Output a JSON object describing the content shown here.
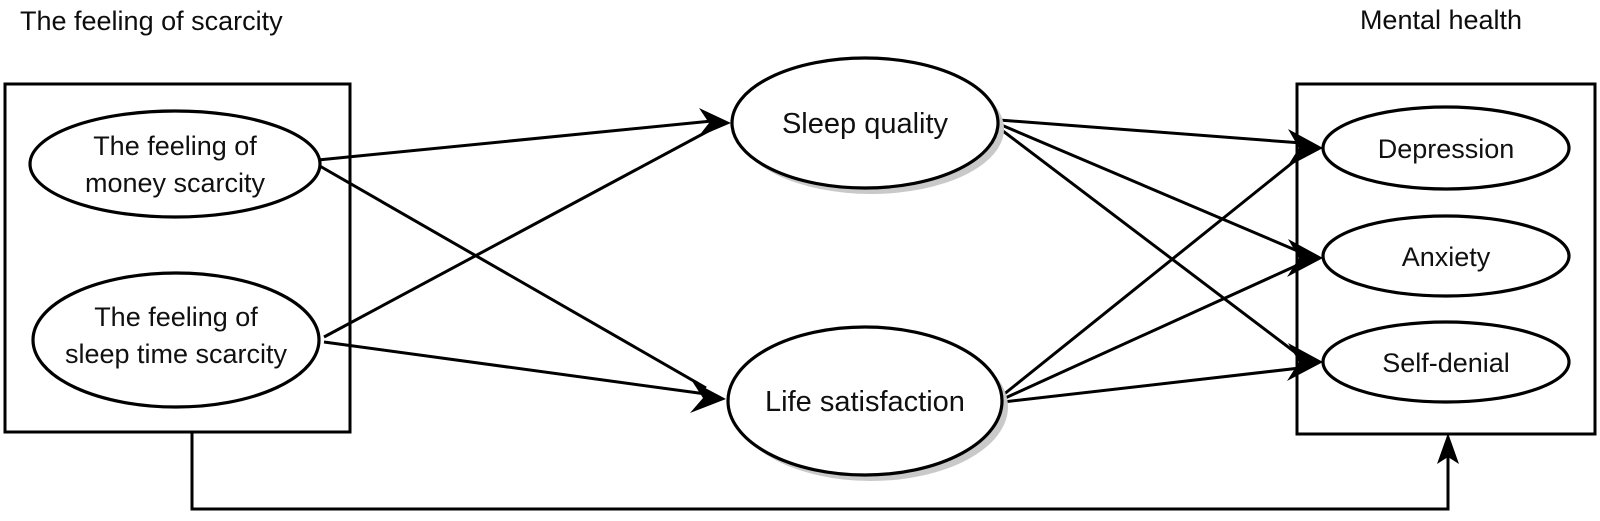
{
  "diagram": {
    "type": "path-model",
    "title_left": "The feeling of scarcity",
    "title_right": "Mental health",
    "groups": [
      {
        "id": "scarcity",
        "label": "The feeling of scarcity",
        "nodes": [
          {
            "id": "money-scarcity",
            "line1": "The feeling of",
            "line2": "money scarcity"
          },
          {
            "id": "sleep-time-scarcity",
            "line1": "The feeling of",
            "line2": "sleep time scarcity"
          }
        ]
      },
      {
        "id": "mediators",
        "label": "",
        "nodes": [
          {
            "id": "sleep-quality",
            "line1": "Sleep quality",
            "line2": ""
          },
          {
            "id": "life-satisfaction",
            "line1": "Life satisfaction",
            "line2": ""
          }
        ]
      },
      {
        "id": "mental-health",
        "label": "Mental health",
        "nodes": [
          {
            "id": "depression",
            "line1": "Depression",
            "line2": ""
          },
          {
            "id": "anxiety",
            "line1": "Anxiety",
            "line2": ""
          },
          {
            "id": "self-denial",
            "line1": "Self-denial",
            "line2": ""
          }
        ]
      }
    ],
    "edges": [
      {
        "from": "money-scarcity",
        "to": "sleep-quality"
      },
      {
        "from": "money-scarcity",
        "to": "life-satisfaction"
      },
      {
        "from": "sleep-time-scarcity",
        "to": "sleep-quality"
      },
      {
        "from": "sleep-time-scarcity",
        "to": "life-satisfaction"
      },
      {
        "from": "sleep-quality",
        "to": "depression"
      },
      {
        "from": "sleep-quality",
        "to": "anxiety"
      },
      {
        "from": "sleep-quality",
        "to": "self-denial"
      },
      {
        "from": "life-satisfaction",
        "to": "depression"
      },
      {
        "from": "life-satisfaction",
        "to": "anxiety"
      },
      {
        "from": "life-satisfaction",
        "to": "self-denial"
      },
      {
        "from": "scarcity",
        "to": "mental-health"
      }
    ],
    "colors": {
      "stroke": "#000000",
      "fill": "#ffffff",
      "shadow": "#c9c9c9",
      "text": "#101010"
    }
  }
}
